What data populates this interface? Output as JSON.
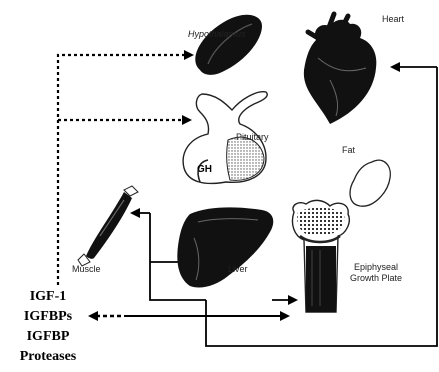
{
  "labels": {
    "hypothalamus": "Hypothalamus",
    "heart": "Heart",
    "pituitary": "Pituitary",
    "gh": "GH",
    "fat": "Fat",
    "muscle": "Muscle",
    "liver": "Liver",
    "epiphyseal_1": "Epiphyseal",
    "epiphyseal_2": "Growth Plate"
  },
  "factors": [
    "IGF-1",
    "IGFBPs",
    "IGFBP",
    "Proteases"
  ]
}
